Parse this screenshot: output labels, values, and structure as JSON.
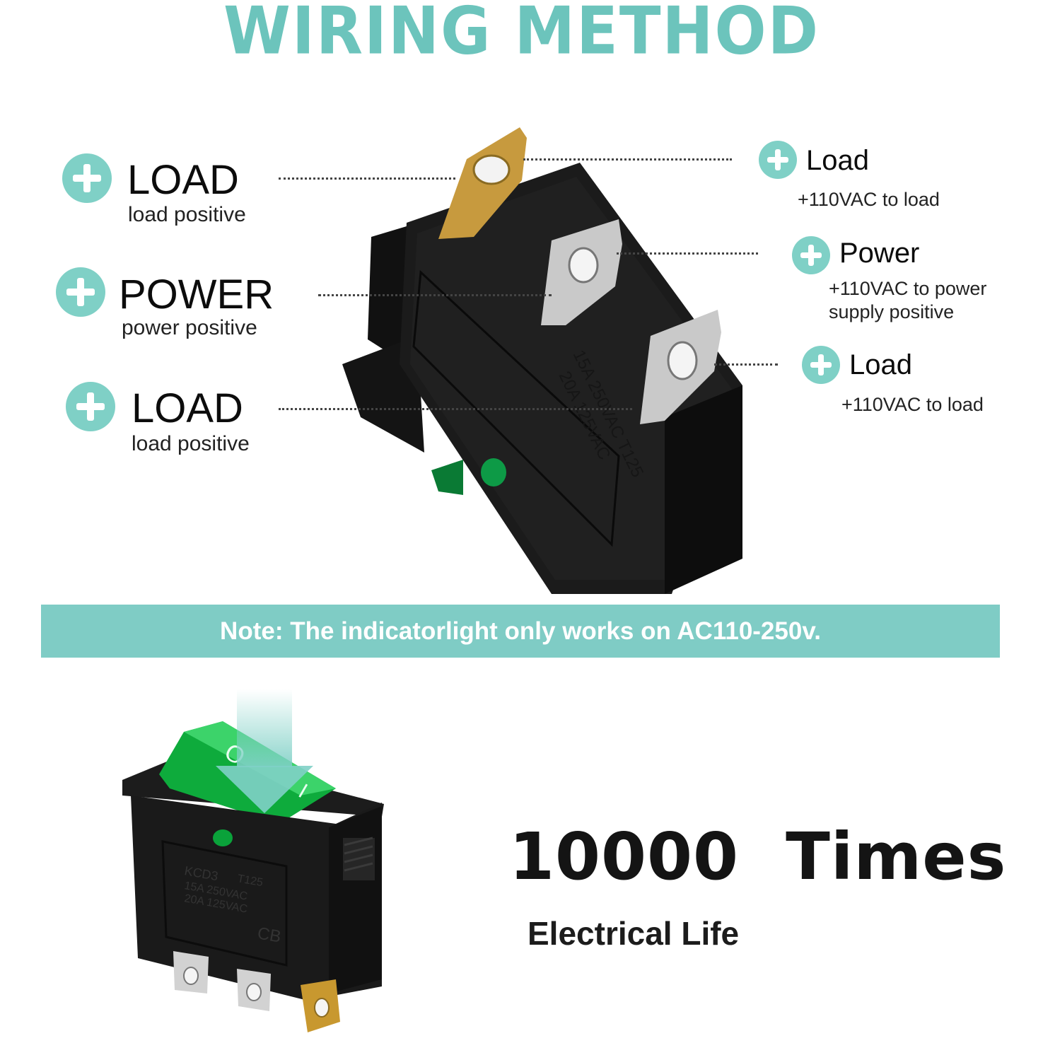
{
  "title": "WIRING METHOD",
  "left_terminals": [
    {
      "label": "LOAD",
      "sub": "load positive"
    },
    {
      "label": "POWER",
      "sub": "power positive"
    },
    {
      "label": "LOAD",
      "sub": "load positive"
    }
  ],
  "right_terminals": [
    {
      "label": "Load",
      "sub": "+110VAC to load"
    },
    {
      "label": "Power",
      "sub_line1": "+110VAC to power",
      "sub_line2": "supply positive"
    },
    {
      "label": "Load",
      "sub": "+110VAC to load"
    }
  ],
  "switch_top_markings": [
    "15A 250VAC T125",
    "20A 125VAC"
  ],
  "switch_bottom_markings": {
    "model": "KCD3",
    "line1": "15A 250VAC",
    "rating_temp": "T125",
    "line2": "20A 125VAC",
    "cert": "CB",
    "rocker_off": "O",
    "rocker_on": "I"
  },
  "note": "Note: The indicatorlight only works on AC110-250v.",
  "lifetime": {
    "value": "10000  Times",
    "label": "Electrical Life"
  },
  "colors": {
    "accent": "#7fcfc5",
    "title": "#6cc4bc",
    "rocker_green": "#0eab3c",
    "housing": "#1a1a1a"
  }
}
